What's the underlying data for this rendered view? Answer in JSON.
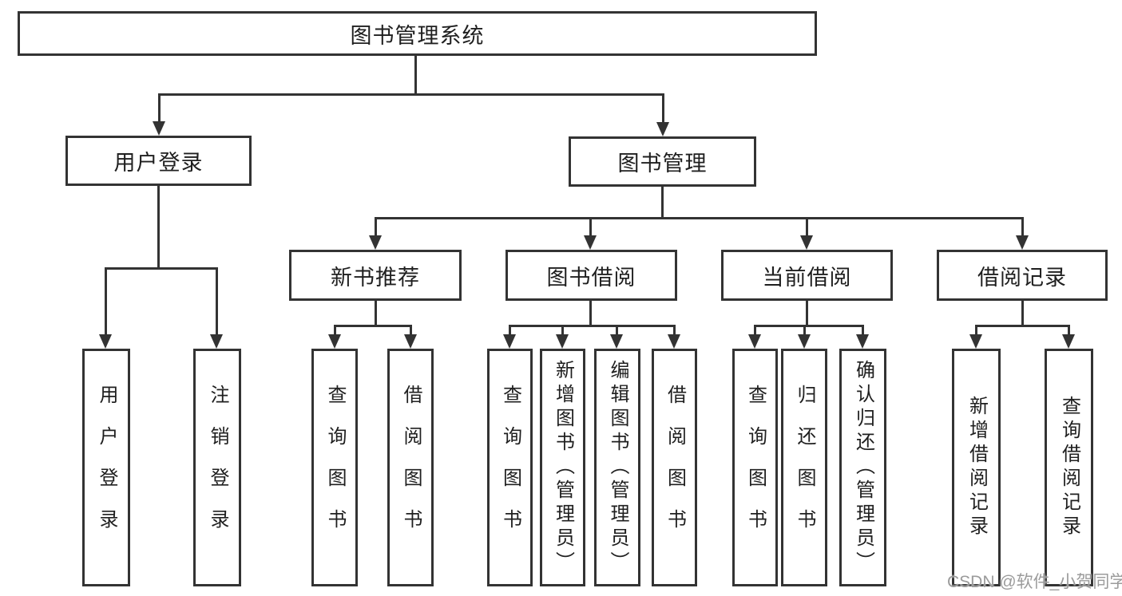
{
  "diagram_title": "图书管理系统",
  "nodes": {
    "root": "图书管理系统",
    "user_login_group": "用户登录",
    "book_mgmt": "图书管理",
    "new_book_rec": "新书推荐",
    "book_borrow": "图书借阅",
    "current_borrow": "当前借阅",
    "borrow_records": "借阅记录",
    "user_login": "用户登录",
    "logout": "注销登录",
    "rec_query_books": "查询图书",
    "rec_borrow_books": "借阅图书",
    "bb_query_books": "查询图书",
    "bb_add_books": "新增图书（管理员）",
    "bb_edit_books": "编辑图书（管理员）",
    "bb_borrow_books": "借阅图书",
    "cb_query_books": "查询图书",
    "cb_return_books": "归还图书",
    "cb_confirm_return": "确认归还（管理员）",
    "br_add_record": "新增借阅记录",
    "br_query_record": "查询借阅记录"
  },
  "edges": [
    {
      "from": "图书管理系统",
      "to": [
        "用户登录",
        "图书管理"
      ]
    },
    {
      "from": "用户登录",
      "to": [
        "用户登录",
        "注销登录"
      ]
    },
    {
      "from": "图书管理",
      "to": [
        "新书推荐",
        "图书借阅",
        "当前借阅",
        "借阅记录"
      ]
    },
    {
      "from": "新书推荐",
      "to": [
        "查询图书",
        "借阅图书"
      ]
    },
    {
      "from": "图书借阅",
      "to": [
        "查询图书",
        "新增图书（管理员）",
        "编辑图书（管理员）",
        "借阅图书"
      ]
    },
    {
      "from": "当前借阅",
      "to": [
        "查询图书",
        "归还图书",
        "确认归还（管理员）"
      ]
    },
    {
      "from": "借阅记录",
      "to": [
        "新增借阅记录",
        "查询借阅记录"
      ]
    }
  ],
  "watermark": "CSDN @软件_小贺同学",
  "colors": {
    "line": "#333333",
    "box_border": "#333333",
    "text": "#1f1f1f",
    "watermark": "#9b9b9b",
    "background": "#ffffff"
  }
}
